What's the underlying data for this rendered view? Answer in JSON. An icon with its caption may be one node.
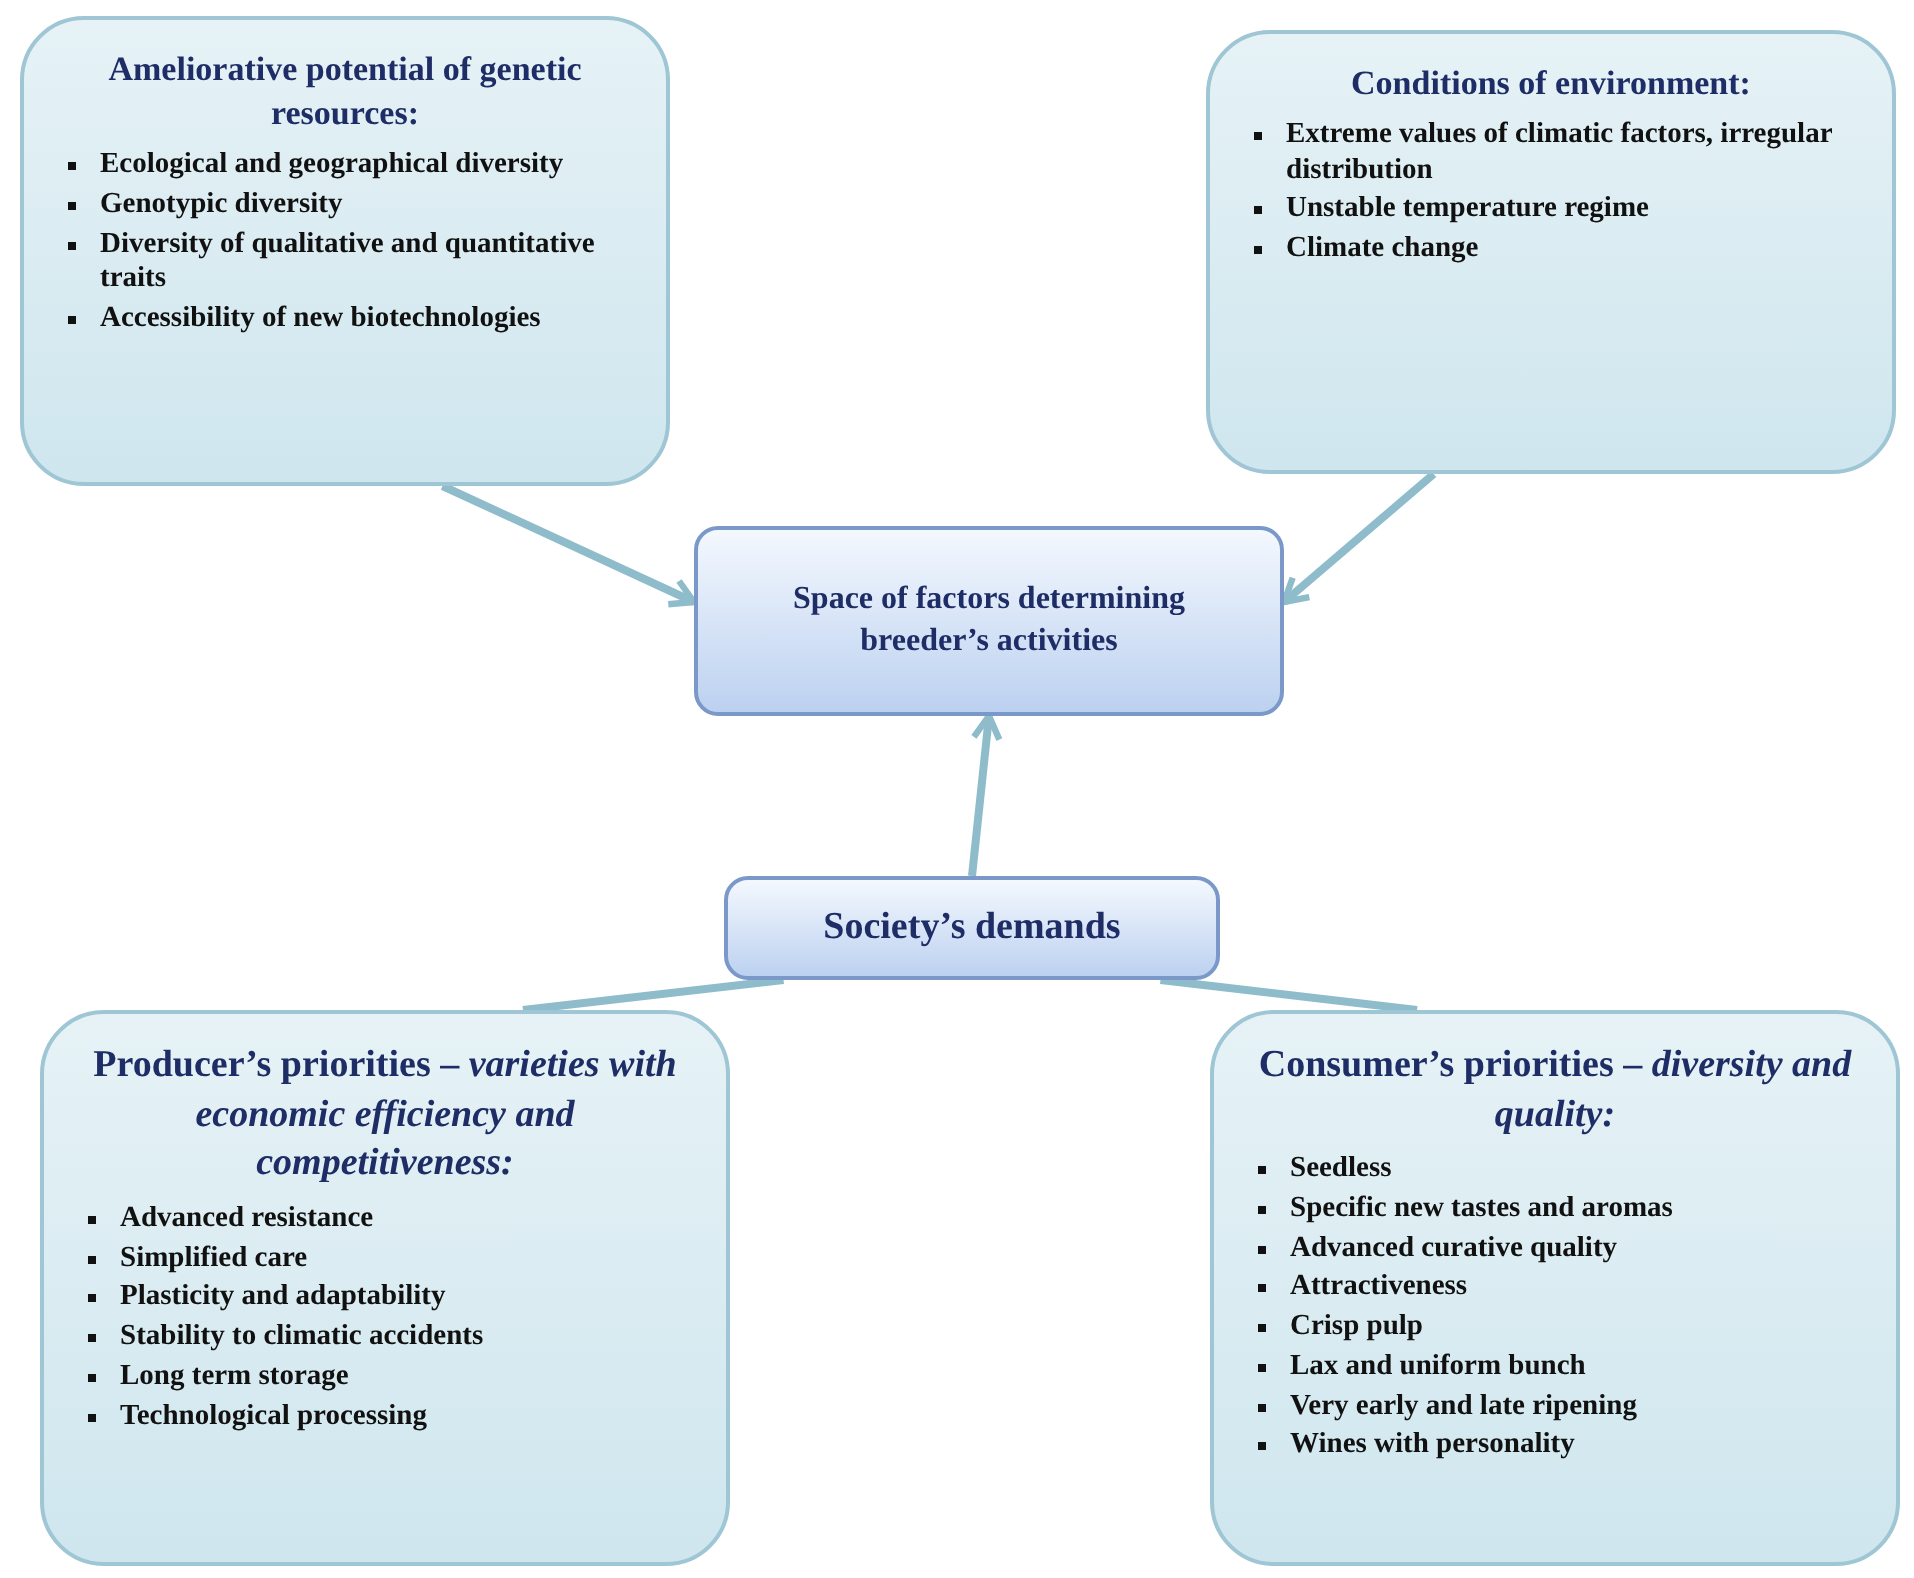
{
  "diagram": {
    "nodes": [
      {
        "text": [
          "Ameliorative potential of genetic resources:",
          "Ecological and geographical diversity",
          "Genotypic diversity",
          "Diversity of qualitative and quantitative traits",
          "Accessibility of new biotechnologies"
        ]
      },
      {
        "text": [
          "Conditions of environment:",
          "Extreme values of climatic factors, irregular distribution",
          "Unstable temperature regime",
          "Climate change"
        ]
      },
      {
        "text": [
          "Space of factors determining breeder’s activities"
        ]
      },
      {
        "text": [
          "Society’s demands"
        ]
      },
      {
        "text": [
          "Producer’s priorities – *varieties with economic efficiency and competitiveness:*",
          "Advanced resistance",
          "Simplified care",
          "Plasticity and adaptability",
          "Stability to climatic accidents",
          "Long term storage",
          "Technological processing"
        ]
      },
      {
        "text": [
          "Consumer’s priorities – *diversity and quality:*",
          "Seedless",
          "Specific new tastes and aromas",
          "Advanced curative quality",
          "Attractiveness",
          "Crisp pulp",
          "Lax and uniform bunch",
          "Very early and late ripening",
          "Wines with personality"
        ]
      }
    ],
    "edges": [
      {
        "from": 0,
        "to": 2,
        "arrow": "to"
      },
      {
        "from": 1,
        "to": 2,
        "arrow": "to"
      },
      {
        "from": 3,
        "to": 2,
        "arrow": "to"
      },
      {
        "from": 4,
        "to": 3,
        "arrow": "none"
      },
      {
        "from": 5,
        "to": 3,
        "arrow": "none"
      }
    ]
  }
}
